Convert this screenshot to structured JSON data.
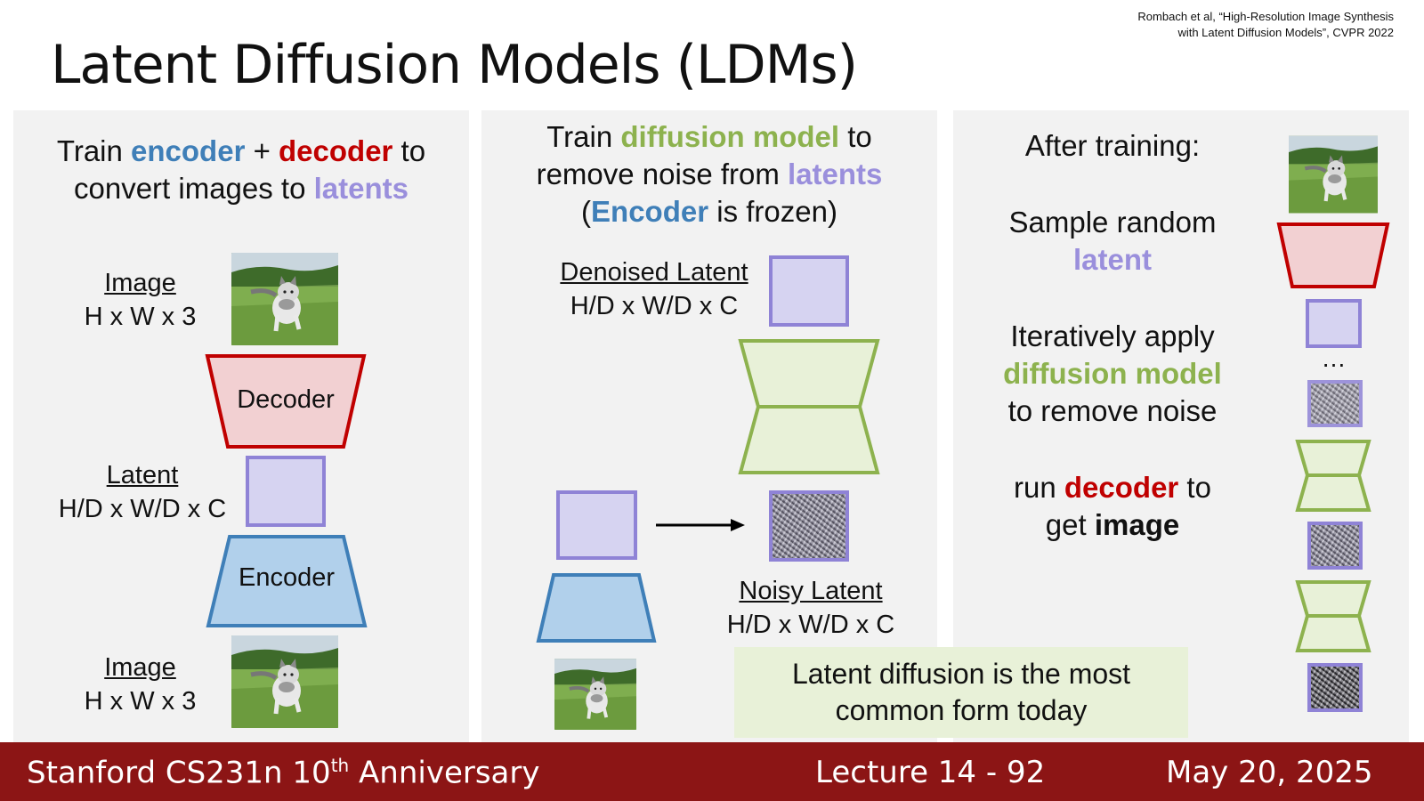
{
  "citation": {
    "line1": "Rombach et al, “High-Resolution Image Synthesis",
    "line2": "with Latent Diffusion Models”, CVPR 2022"
  },
  "title": "Latent Diffusion Models (LDMs)",
  "panel1": {
    "heading": {
      "w1": "Train ",
      "w2": "encoder",
      "w3": " + ",
      "w4": "decoder",
      "w5": " to",
      "w6": "convert images to ",
      "w7": "latents"
    },
    "image_top": {
      "label": "Image",
      "dims": "H x W x 3"
    },
    "decoder_label": "Decoder",
    "latent": {
      "label": "Latent",
      "dims": "H/D x W/D x C"
    },
    "encoder_label": "Encoder",
    "image_bottom": {
      "label": "Image",
      "dims": "H x W x 3"
    }
  },
  "panel2": {
    "heading": {
      "w1": "Train ",
      "w2": "diffusion model",
      "w3": " to",
      "w4": "remove noise from ",
      "w5": "latents",
      "w6": "(",
      "w7": "Encoder",
      "w8": " is frozen)"
    },
    "denoised": {
      "label": "Denoised Latent",
      "dims": "H/D x W/D x C"
    },
    "noisy": {
      "label": "Noisy Latent",
      "dims": "H/D x W/D x C"
    }
  },
  "panel3": {
    "after": "After training:",
    "sample": {
      "w1": "Sample random",
      "w2": "latent"
    },
    "iter": {
      "w1": "Iteratively apply",
      "w2": "diffusion model",
      "w3": "to remove noise"
    },
    "run": {
      "w1": "run ",
      "w2": "decoder",
      "w3": " to",
      "w4": "get ",
      "w5": "image"
    },
    "ellipsis": "…"
  },
  "callout": {
    "line1": "Latent diffusion is the most",
    "line2": "common form today"
  },
  "footer": {
    "course": "Stanford CS231n 10",
    "sup": "th",
    "course_end": " Anniversary",
    "lecture": "Lecture 14 -  92",
    "date": "May 20, 2025"
  },
  "colors": {
    "footer_bg": "#8c1515",
    "encoder": "#3f7fb8",
    "decoder": "#c00000",
    "latent": "#9a8fdc",
    "diffusion": "#8db24e"
  }
}
